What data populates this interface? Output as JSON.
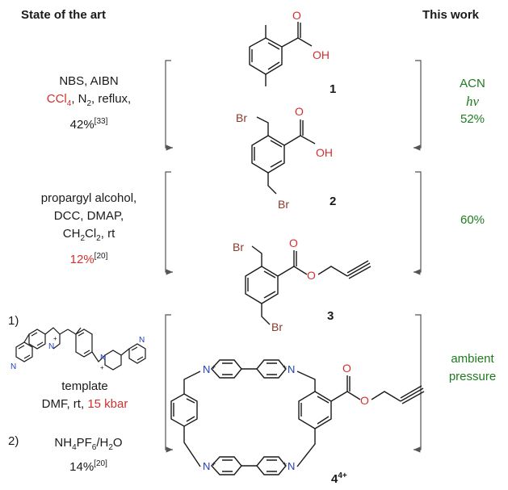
{
  "headers": {
    "left": "State of the art",
    "right": "This work"
  },
  "compounds": {
    "c1": "1",
    "c2": "2",
    "c3": "3",
    "c4_base": "4",
    "c4_sup": "4+"
  },
  "step1_left": {
    "line1": "NBS, AIBN",
    "ccl": "CCl",
    "ccl_sub": "4",
    "line2_rest": ", N",
    "n2_sub": "2",
    "line2_tail": ", reflux,",
    "yield": "42%",
    "ref": "[33]"
  },
  "step1_right": {
    "line1": "ACN",
    "line2": "hν",
    "line3": "52%"
  },
  "step2_left": {
    "line1": "propargyl alcohol,",
    "line2": "DCC, DMAP,",
    "ch": "CH",
    "ch_sub": "2",
    "cl": "Cl",
    "cl_sub": "2",
    "line3_tail": ", rt",
    "yield": "12%",
    "ref": "[20]"
  },
  "step2_right": {
    "line1": "60%"
  },
  "step3_left": {
    "num1": "1)",
    "template": "template",
    "line_dmf": "DMF, rt, ",
    "pressure": "15 kbar",
    "num2": "2)",
    "nh": "NH",
    "nh_sub": "4",
    "pf": "PF",
    "pf_sub": "6",
    "h2o_pre": "/H",
    "h2o_sub": "2",
    "h2o_post": "O",
    "yield": "14%",
    "ref": "[20]"
  },
  "step3_right": {
    "line1": "ambient",
    "line2": "pressure"
  },
  "atoms": {
    "O": "O",
    "OH": "OH",
    "Br": "Br",
    "N": "N",
    "plus": "+"
  },
  "colors": {
    "red": "#d32f2f",
    "green": "#1e7b1e",
    "bromine": "#8b3a2a",
    "oxygen": "#d32f2f",
    "nitrogen": "#1f3fbf",
    "bond": "#1a1a1a",
    "bracket": "#555555"
  }
}
